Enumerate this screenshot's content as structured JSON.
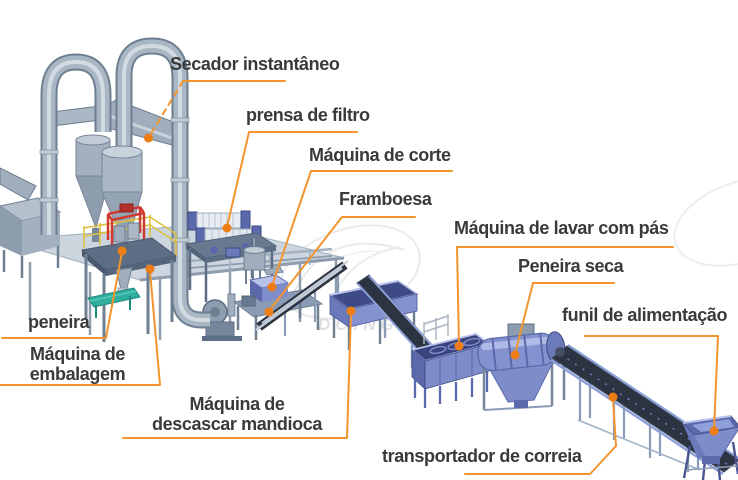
{
  "figure": {
    "description": "Linha de processamento de mandioca (diagrama 3D com legendas)",
    "background": "#ffffff"
  },
  "colors": {
    "leader_line": "#F2952E",
    "leader_dot": "#EE7D15",
    "label_text": "#3A3A3A",
    "machinery_steel": "#9DABBB",
    "machinery_blue": "#8492D0",
    "belt_dark": "#2C3442",
    "packaging_red": "#CF3A30",
    "railing_yellow": "#DCC13E",
    "conveyor_teal": "#2FAE9D"
  },
  "watermark": {
    "text": "DOING"
  },
  "labels": [
    {
      "id": "secador",
      "text": "Secador instantâneo"
    },
    {
      "id": "prensa",
      "text": "prensa de filtro"
    },
    {
      "id": "corte",
      "text": "Máquina de corte"
    },
    {
      "id": "framboesa",
      "text": "Framboesa"
    },
    {
      "id": "lavar",
      "text": "Máquina de lavar com pás"
    },
    {
      "id": "peneira-seca",
      "text": "Peneira seca"
    },
    {
      "id": "funil",
      "text": "funil de alimentação"
    },
    {
      "id": "transportador",
      "text": "transportador de correia"
    },
    {
      "id": "peneira",
      "text": "peneira"
    },
    {
      "id": "embalagem",
      "line1": "Máquina de",
      "line2": "embalagem"
    },
    {
      "id": "descascar",
      "line1": "Máquina de",
      "line2": "descascar mandioca"
    }
  ]
}
